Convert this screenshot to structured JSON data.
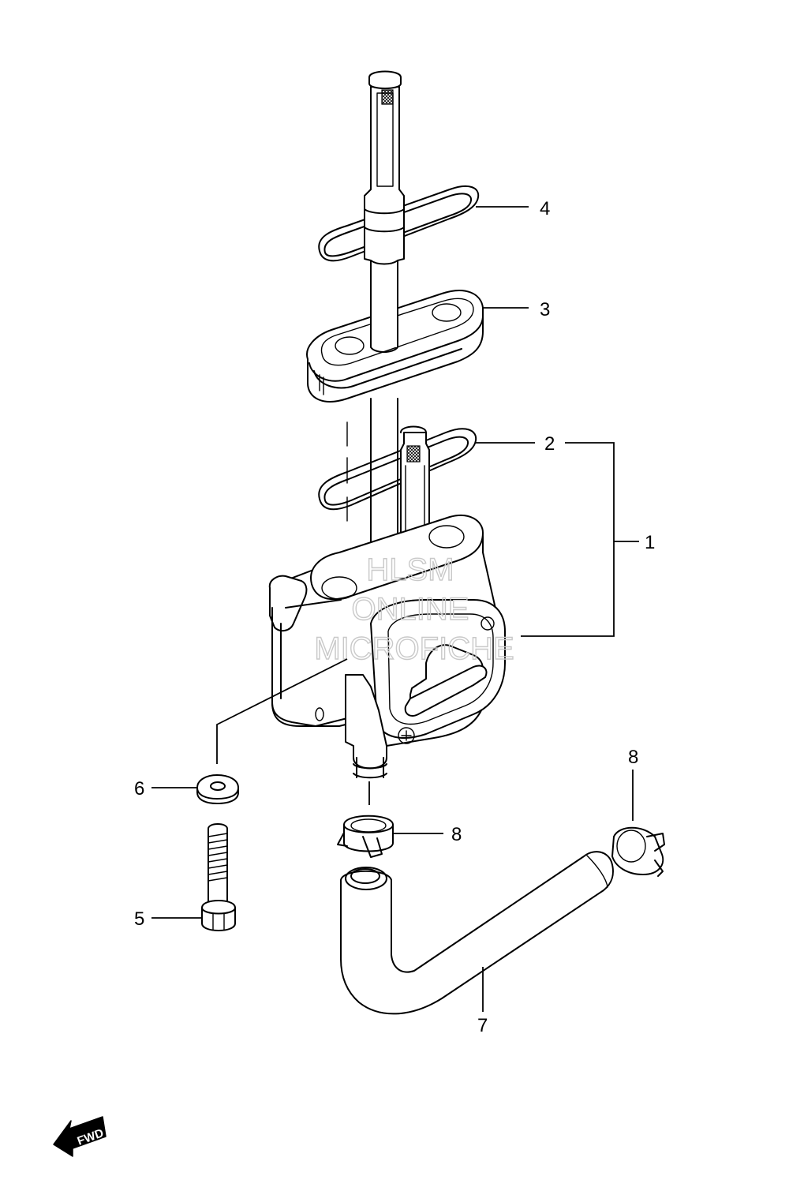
{
  "callouts": {
    "c1": "1",
    "c2": "2",
    "c3": "3",
    "c4": "4",
    "c5": "5",
    "c6": "6",
    "c7": "7",
    "c8a": "8",
    "c8b": "8"
  },
  "watermark": {
    "line1": "HLSM",
    "line2": "ONLINE",
    "line3": "MICROFICHE"
  },
  "direction_badge": {
    "label": "FWD"
  },
  "colors": {
    "line": "#000000",
    "background": "#ffffff",
    "watermark": "#c9c9c9"
  }
}
